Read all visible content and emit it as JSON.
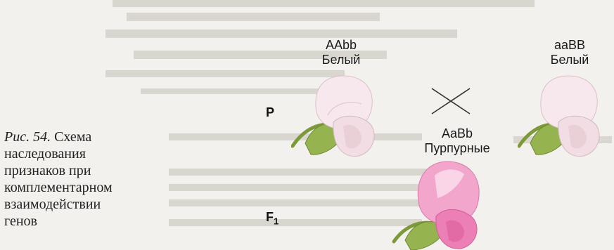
{
  "caption": {
    "lead": "Рис. 54.",
    "lines": [
      "Схема",
      "наследования",
      "признаков при",
      "комплементарном",
      "взаимодействии",
      "генов"
    ]
  },
  "generations": {
    "parents": "P",
    "offspring_letter": "F",
    "offspring_index": "1"
  },
  "parent_left": {
    "genotype": "AAbb",
    "phenotype": "Белый"
  },
  "parent_right": {
    "genotype": "aaBB",
    "phenotype": "Белый"
  },
  "offspring": {
    "genotype": "AaBb",
    "phenotype": "Пурпурные"
  },
  "colors": {
    "white_petal": "#f4e4e8",
    "purple_petal": "#ef8fbf",
    "sepal": "#8fae4a"
  }
}
